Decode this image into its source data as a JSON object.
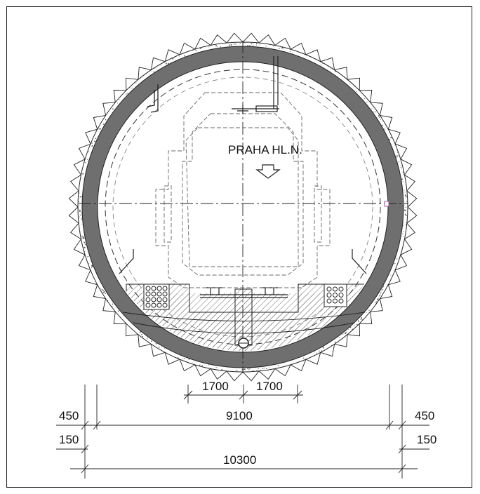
{
  "drawing": {
    "direction_label": "PRAHA HL.N."
  },
  "dimensions": {
    "top_left": "1700",
    "top_right": "1700",
    "inner_width": "9100",
    "left_outer": "450",
    "right_outer": "450",
    "left_inner": "150",
    "right_inner": "150",
    "total_width": "10300"
  },
  "colors": {
    "lining": "#6f6f6f",
    "line": "#222222",
    "hatch": "#555555"
  }
}
